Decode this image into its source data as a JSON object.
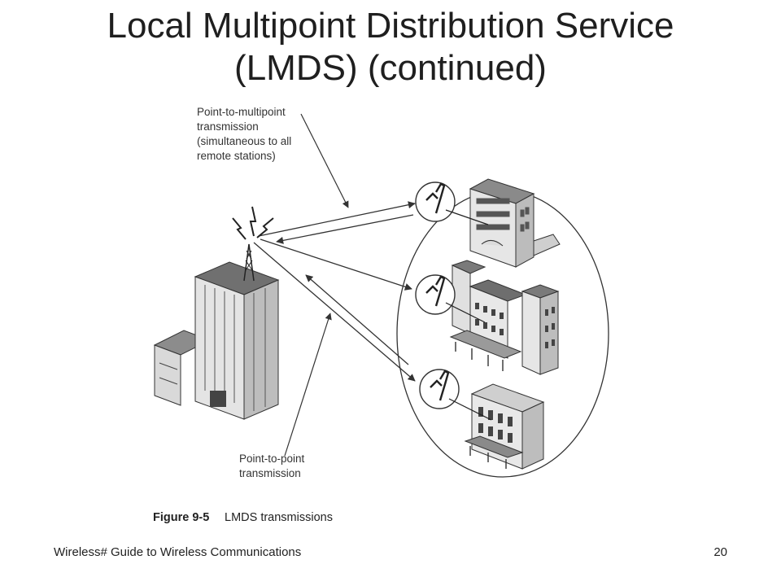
{
  "slide": {
    "title_line1": "Local Multipoint Distribution Service",
    "title_line2": "(LMDS) (continued)"
  },
  "figure": {
    "label_p2mp": [
      "Point-to-multipoint",
      "transmission",
      "(simultaneous to all",
      "remote stations)"
    ],
    "label_p2p": [
      "Point-to-point",
      "transmission"
    ],
    "caption_number": "Figure 9-5",
    "caption_text": "LMDS transmissions"
  },
  "footer": {
    "book": "Wireless# Guide to Wireless Communications",
    "page": "20"
  }
}
